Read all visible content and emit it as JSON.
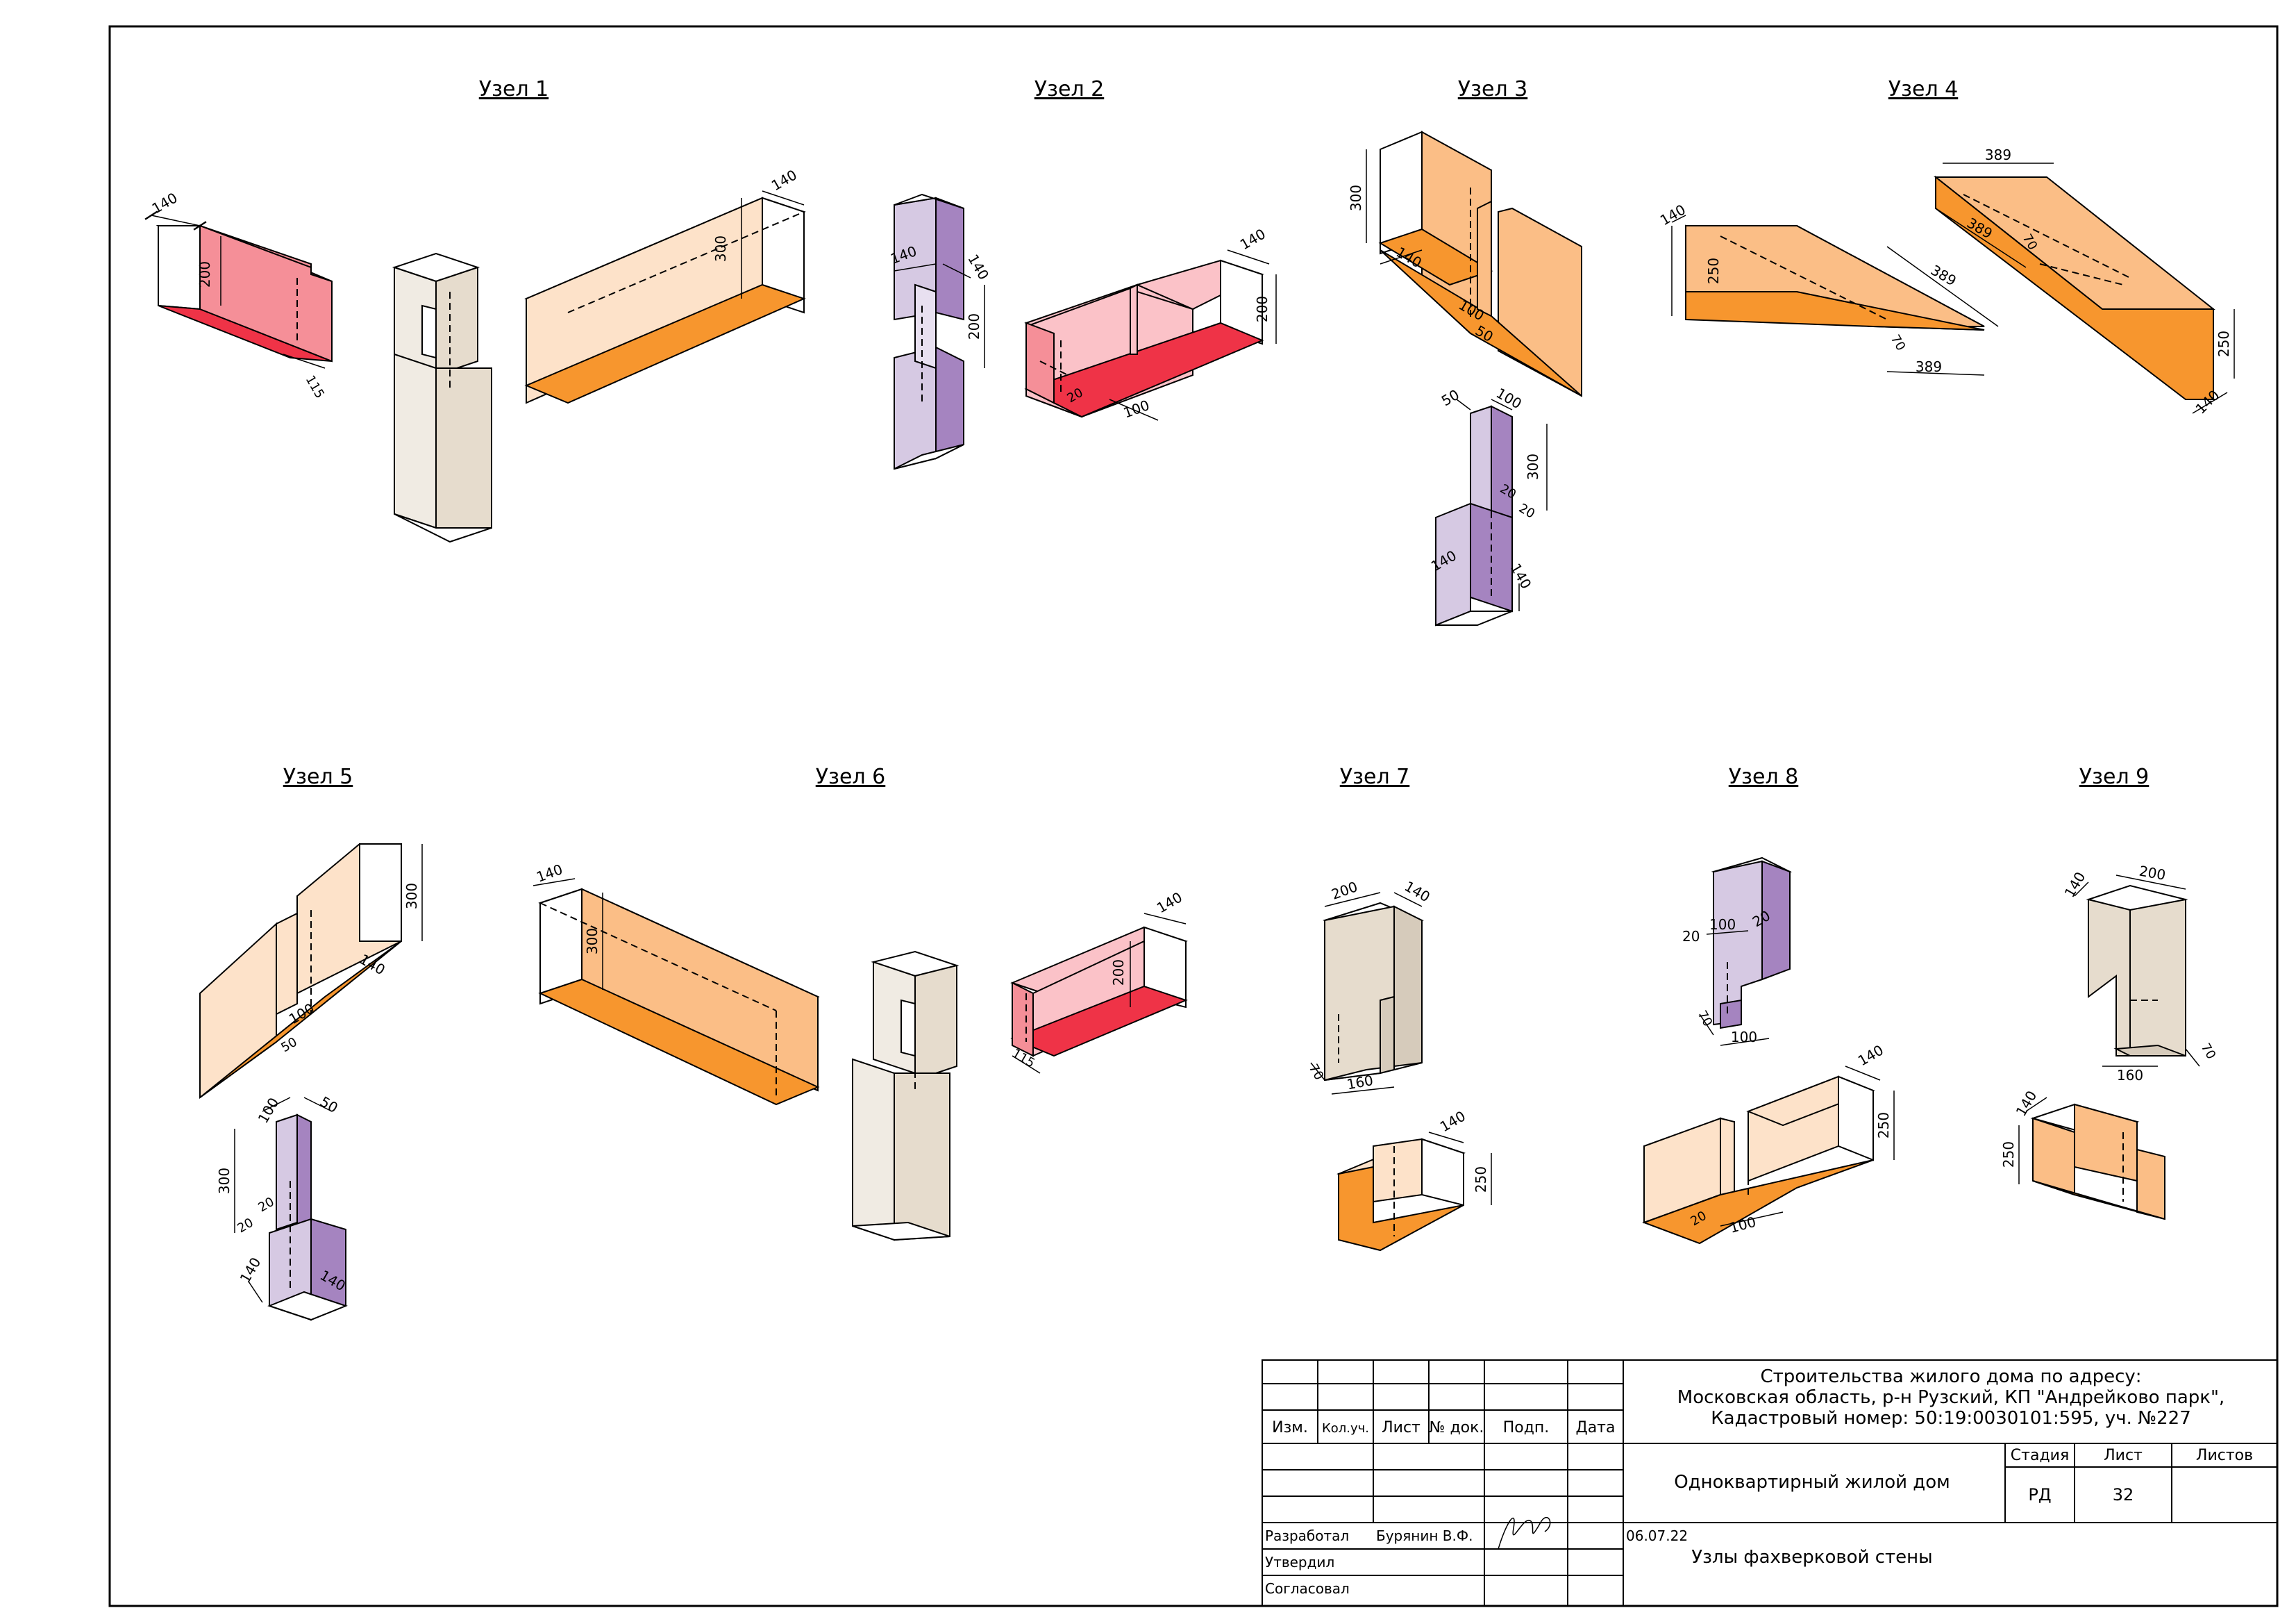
{
  "nodes": [
    {
      "title": "Узел 1",
      "dims": [
        "140",
        "200",
        "115",
        "140",
        "300"
      ]
    },
    {
      "title": "Узел 2",
      "dims": [
        "140",
        "140",
        "200",
        "140",
        "200",
        "20",
        "100"
      ]
    },
    {
      "title": "Узел 3",
      "dims": [
        "300",
        "140",
        "100",
        "50",
        "50",
        "100",
        "300",
        "20",
        "20",
        "140",
        "140"
      ]
    },
    {
      "title": "Узел 4",
      "dims": [
        "140",
        "250",
        "389",
        "389",
        "389",
        "389",
        "70",
        "70",
        "250",
        "140"
      ]
    },
    {
      "title": "Узел 5",
      "dims": [
        "300",
        "140",
        "100",
        "50",
        "100",
        "50",
        "300",
        "20",
        "20",
        "140",
        "140"
      ]
    },
    {
      "title": "Узел 6",
      "dims": [
        "140",
        "300",
        "140",
        "200",
        "115"
      ]
    },
    {
      "title": "Узел 7",
      "dims": [
        "200",
        "140",
        "70",
        "160",
        "140",
        "250"
      ]
    },
    {
      "title": "Узел 8",
      "dims": [
        "20",
        "100",
        "20",
        "70",
        "100",
        "140",
        "250",
        "20",
        "100"
      ]
    },
    {
      "title": "Узел 9",
      "dims": [
        "140",
        "200",
        "160",
        "70",
        "140",
        "250"
      ]
    }
  ],
  "title_block": {
    "headers": [
      "Изм.",
      "Кол.уч.",
      "Лист",
      "№ док.",
      "Подп.",
      "Дата"
    ],
    "address_line1": "Строительства жилого дома по адресу:",
    "address_line2": "Московская область, р-н Рузский, КП \"Андрейково парк\",",
    "address_line3": "Кадастровый номер: 50:19:0030101:595, уч. №227",
    "building": "Одноквартирный жилой дом",
    "sheet_title": "Узлы фахверковой стены",
    "stage_label": "Стадия",
    "sheet_label": "Лист",
    "sheets_label": "Листов",
    "stage_value": "РД",
    "sheet_value": "32",
    "sheets_value": "",
    "role_developed": "Разработал",
    "role_approved": "Утвердил",
    "role_agreed": "Согласовал",
    "developer_name": "Бурянин В.Ф.",
    "date": "06.07.22"
  },
  "colors": {
    "red_side": "#f58f98",
    "red_bottom": "#ef3347",
    "pink_side": "#fbc2c8",
    "orange_side": "#fbbe86",
    "orange_bottom": "#f7962e",
    "peach_side": "#fde2c9",
    "purple_side": "#d6c9e3",
    "purple_dark": "#a584c0",
    "beige_side": "#e6dccd",
    "beige_dark": "#d6cbbb"
  }
}
